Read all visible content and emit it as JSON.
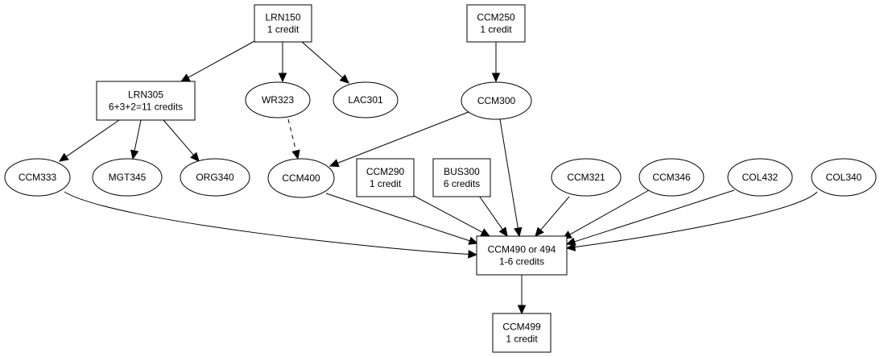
{
  "diagram": {
    "nodes": [
      {
        "id": "lrn150",
        "shape": "box",
        "lines": [
          "LRN150",
          "1 credit"
        ]
      },
      {
        "id": "ccm250",
        "shape": "box",
        "lines": [
          "CCM250",
          "1 credit"
        ]
      },
      {
        "id": "lrn305",
        "shape": "box",
        "lines": [
          "LRN305",
          "6+3+2=11 credits"
        ]
      },
      {
        "id": "wr323",
        "shape": "ellipse",
        "lines": [
          "WR323"
        ]
      },
      {
        "id": "lac301",
        "shape": "ellipse",
        "lines": [
          "LAC301"
        ]
      },
      {
        "id": "ccm300",
        "shape": "ellipse",
        "lines": [
          "CCM300"
        ]
      },
      {
        "id": "ccm333",
        "shape": "ellipse",
        "lines": [
          "CCM333"
        ]
      },
      {
        "id": "mgt345",
        "shape": "ellipse",
        "lines": [
          "MGT345"
        ]
      },
      {
        "id": "org340",
        "shape": "ellipse",
        "lines": [
          "ORG340"
        ]
      },
      {
        "id": "ccm400",
        "shape": "ellipse",
        "lines": [
          "CCM400"
        ]
      },
      {
        "id": "ccm290",
        "shape": "box",
        "lines": [
          "CCM290",
          "1 credit"
        ]
      },
      {
        "id": "bus300",
        "shape": "box",
        "lines": [
          "BUS300",
          "6 credits"
        ]
      },
      {
        "id": "ccm321",
        "shape": "ellipse",
        "lines": [
          "CCM321"
        ]
      },
      {
        "id": "ccm346",
        "shape": "ellipse",
        "lines": [
          "CCM346"
        ]
      },
      {
        "id": "col432",
        "shape": "ellipse",
        "lines": [
          "COL432"
        ]
      },
      {
        "id": "col340",
        "shape": "ellipse",
        "lines": [
          "COL340"
        ]
      },
      {
        "id": "ccm490",
        "shape": "box",
        "lines": [
          "CCM490 or 494",
          "1-6 credits"
        ]
      },
      {
        "id": "ccm499",
        "shape": "box",
        "lines": [
          "CCM499",
          "1 credit"
        ]
      }
    ],
    "edges": [
      {
        "from": "lrn150",
        "to": "lrn305",
        "style": "solid"
      },
      {
        "from": "lrn150",
        "to": "wr323",
        "style": "solid"
      },
      {
        "from": "lrn150",
        "to": "lac301",
        "style": "solid"
      },
      {
        "from": "ccm250",
        "to": "ccm300",
        "style": "solid"
      },
      {
        "from": "lrn305",
        "to": "ccm333",
        "style": "solid"
      },
      {
        "from": "lrn305",
        "to": "mgt345",
        "style": "solid"
      },
      {
        "from": "lrn305",
        "to": "org340",
        "style": "solid"
      },
      {
        "from": "wr323",
        "to": "ccm400",
        "style": "dashed"
      },
      {
        "from": "ccm300",
        "to": "ccm400",
        "style": "solid"
      },
      {
        "from": "ccm300",
        "to": "ccm490",
        "style": "solid"
      },
      {
        "from": "ccm333",
        "to": "ccm490",
        "style": "solid"
      },
      {
        "from": "ccm400",
        "to": "ccm490",
        "style": "solid"
      },
      {
        "from": "ccm290",
        "to": "ccm490",
        "style": "solid"
      },
      {
        "from": "bus300",
        "to": "ccm490",
        "style": "solid"
      },
      {
        "from": "ccm321",
        "to": "ccm490",
        "style": "solid"
      },
      {
        "from": "ccm346",
        "to": "ccm490",
        "style": "solid"
      },
      {
        "from": "col432",
        "to": "ccm490",
        "style": "solid"
      },
      {
        "from": "col340",
        "to": "ccm490",
        "style": "solid"
      },
      {
        "from": "ccm490",
        "to": "ccm499",
        "style": "solid"
      }
    ]
  }
}
